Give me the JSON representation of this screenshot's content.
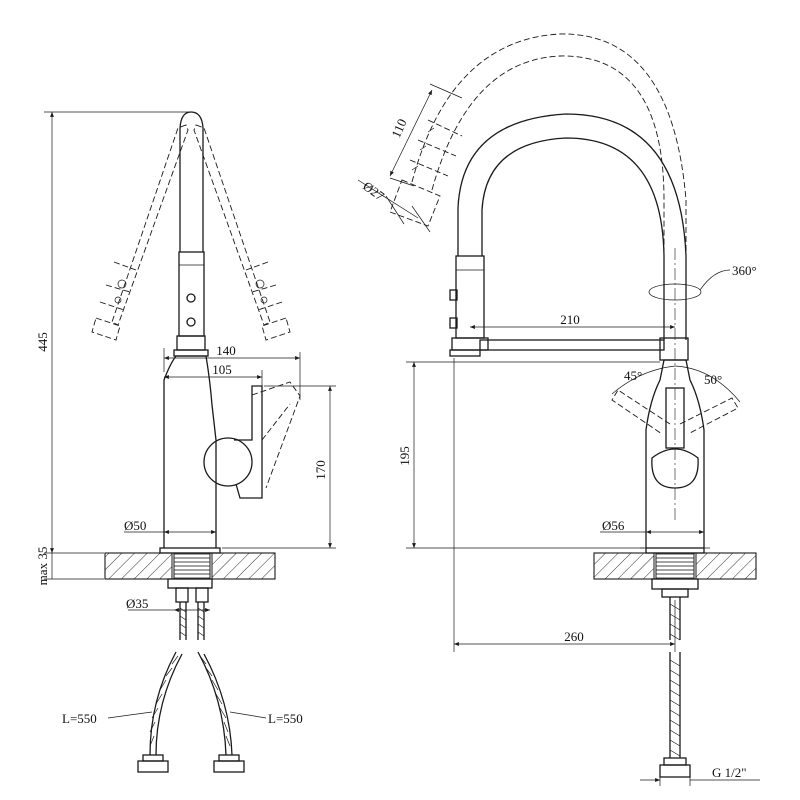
{
  "side_view": {
    "height_total": "445",
    "height_base": "max 35",
    "width_outer": "140",
    "width_inner": "105",
    "height_handle": "170",
    "diameter_body": "Ø50",
    "diameter_mount": "Ø35",
    "hose_left": "L=550",
    "hose_right": "L=550"
  },
  "front_view": {
    "spray_length": "110",
    "spray_diameter": "Ø27",
    "rotation": "360°",
    "reach": "210",
    "angle_left": "45°",
    "angle_right": "50°",
    "height_spout": "195",
    "diameter_body": "Ø56",
    "base_width": "260",
    "thread": "G 1/2\""
  }
}
